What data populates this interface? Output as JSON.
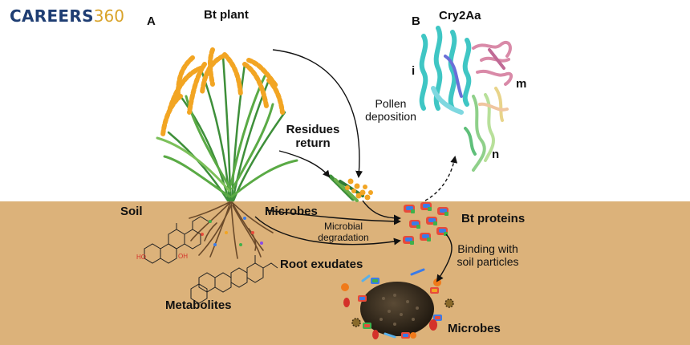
{
  "brand": {
    "name": "CAREERS",
    "number": "360"
  },
  "panels": {
    "a": "A",
    "b": "B"
  },
  "labels": {
    "bt_plant": "Bt plant",
    "cry2aa": "Cry2Aa",
    "domain_i": "i",
    "domain_m": "m",
    "domain_n": "n",
    "pollen_line1": "Pollen",
    "pollen_line2": "deposition",
    "residues_line1": "Residues",
    "residues_line2": "return",
    "soil": "Soil",
    "microbes_top": "Microbes",
    "microbial_line1": "Microbial",
    "microbial_line2": "degradation",
    "bt_proteins": "Bt proteins",
    "binding_line1": "Binding with",
    "binding_line2": "soil particles",
    "root_exudates": "Root exudates",
    "metabolites": "Metabolites",
    "microbes_bottom": "Microbes",
    "ho_left": "HO",
    "oh_right": "OH"
  },
  "colors": {
    "soil": "#dcb27a",
    "grain": "#f2a523",
    "leaf": "#3e8f3a",
    "root": "#6b4a2a",
    "helix": "#3fc6c4",
    "sheet_pink": "#d98aa8",
    "particle": "#2e2418"
  }
}
